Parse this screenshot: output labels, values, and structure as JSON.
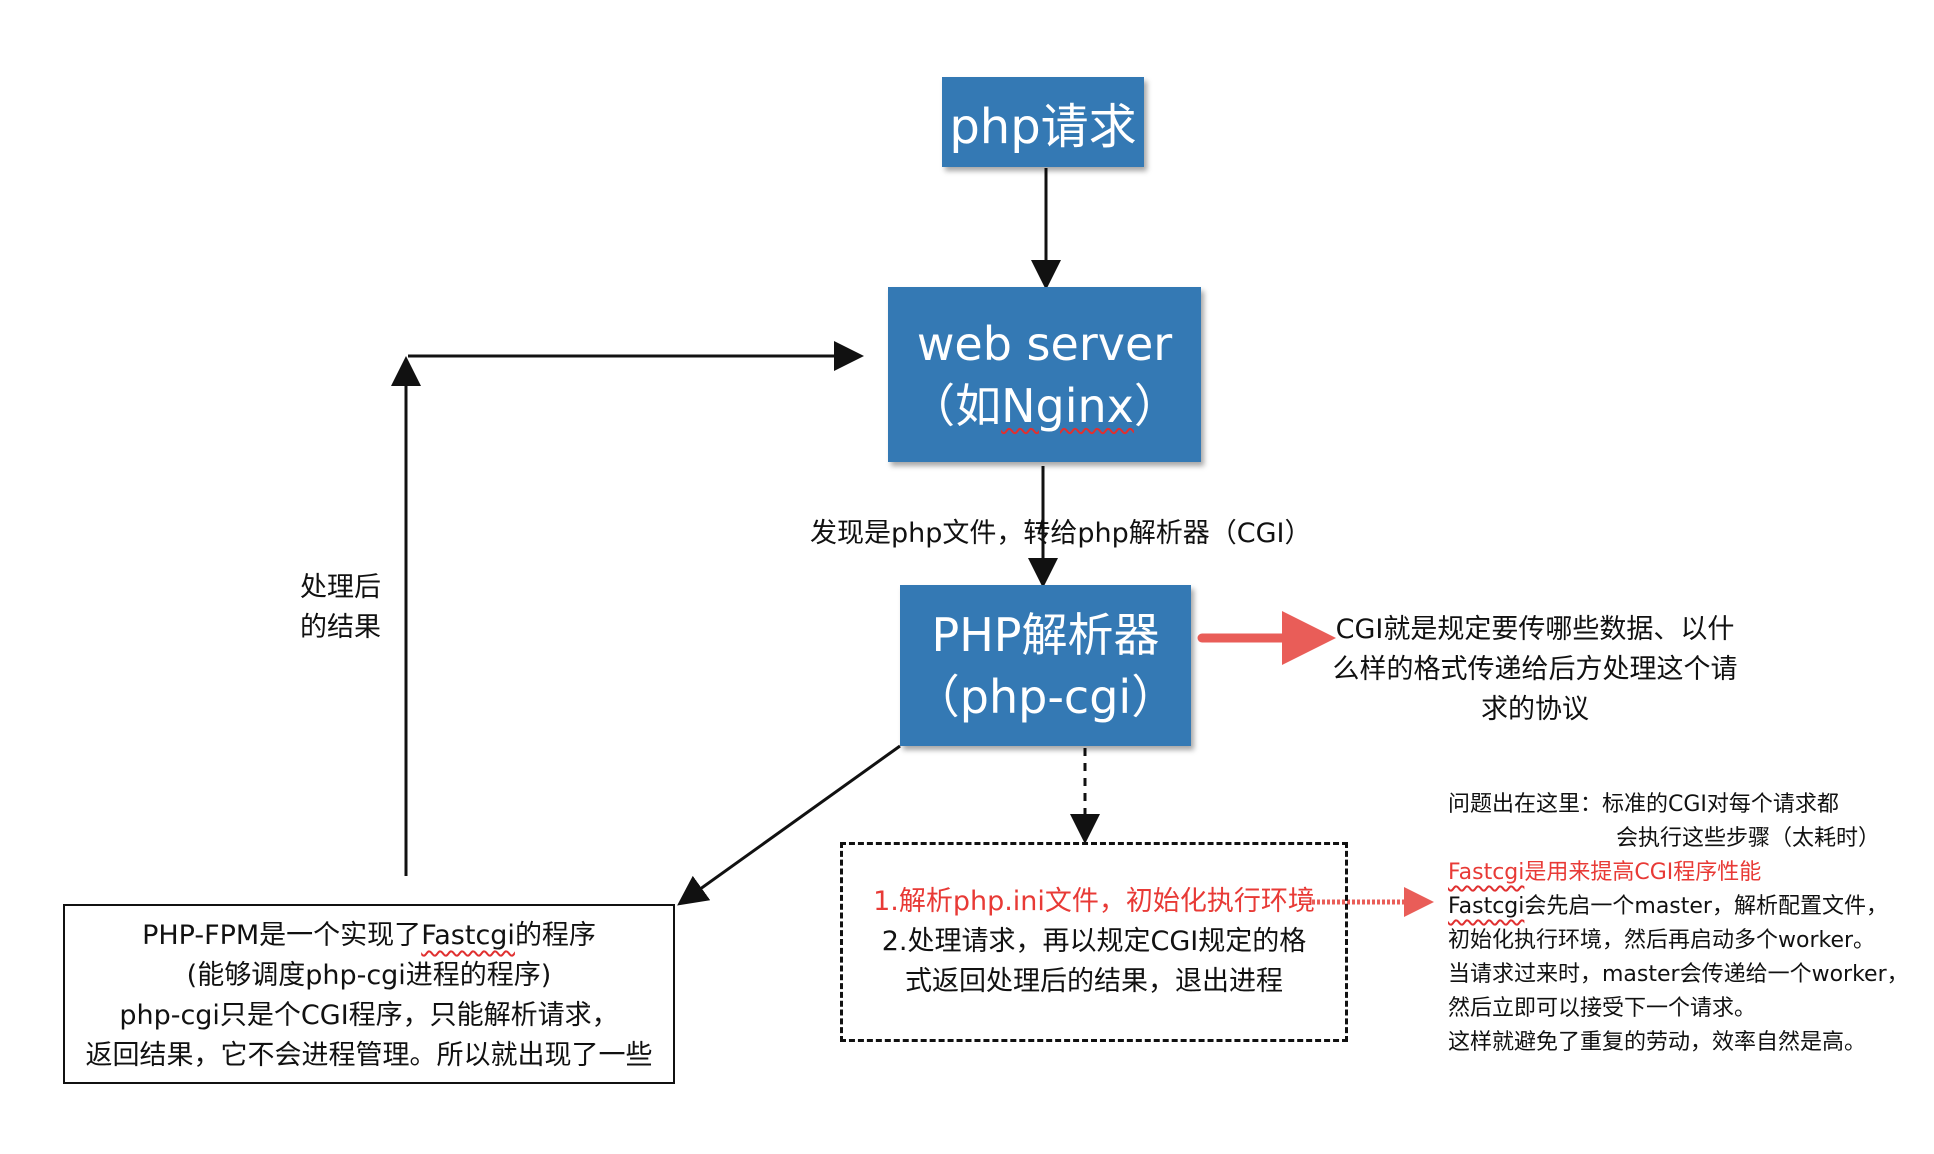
{
  "nodes": {
    "php_request": "php请求",
    "web_server": {
      "line1": "web server",
      "line2_prefix": "（如",
      "line2_underlined": "Nginx",
      "line2_suffix": "）"
    },
    "php_parser": {
      "line1": "PHP解析器",
      "line2": "（php-cgi）"
    }
  },
  "edge_labels": {
    "to_parser": "发现是php文件，转给php解析器（CGI）",
    "return_line1": "处理后",
    "return_line2": "的结果"
  },
  "cgi_note": "CGI就是规定要传哪些数据、以什么样的格式传递给后方处理这个请求的协议",
  "fpm_box": {
    "line1_prefix": "PHP-FPM是一个实现了",
    "line1_underlined": "Fastcgi",
    "line1_suffix": "的程序",
    "line2": "(能够调度php-cgi进程的程序)",
    "line3": "php-cgi只是个CGI程序，只能解析请求，",
    "line4": "返回结果，它不会进程管理。所以就出现了一些"
  },
  "steps_box": {
    "step1": "1.解析php.ini文件，初始化执行环境",
    "step2_line1": "2.处理请求，再以规定CGI规定的格",
    "step2_line2": "式返回处理后的结果，退出进程"
  },
  "problem_note": {
    "line1": "问题出在这里：标准的CGI对每个请求都",
    "line2": "会执行这些步骤（太耗时）",
    "line3_underlined": "Fastcgi",
    "line3_suffix": "是用来提高CGI程序性能",
    "line4_underlined": "Fastcgi",
    "line4_suffix": "会先启一个master，解析配置文件，",
    "line5": "初始化执行环境，然后再启动多个worker。",
    "line6": "当请求过来时，master会传递给一个worker，",
    "line7": "然后立即可以接受下一个请求。",
    "line8": "这样就避免了重复的劳动，效率自然是高。"
  },
  "colors": {
    "box_blue": "#3479b4",
    "note_red": "#e83a36",
    "arrow_red": "#e8504a"
  }
}
